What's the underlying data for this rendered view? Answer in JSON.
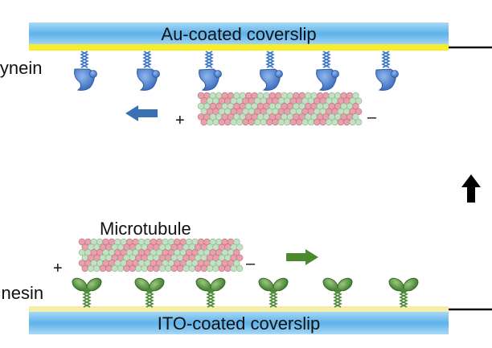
{
  "labels": {
    "top_coverslip": "Au-coated coverslip",
    "bottom_coverslip": "ITO-coated coverslip",
    "dynein": "Dynein",
    "kinesin": "Kinesin",
    "microtubule": "Microtubule",
    "top_plus": "+",
    "top_minus": "–",
    "bottom_plus": "+",
    "bottom_minus": "–"
  },
  "colors": {
    "coverslip_blue": "#7fc3ec",
    "gold_coating": "#f5ec2b",
    "ito_coating": "#f3eeaa",
    "dynein_blue": "#3f77c8",
    "kinesin_green": "#4f8a3a",
    "arrow_blue": "#3a6fb2",
    "arrow_green": "#4d8a2e",
    "tubulin_pink": "#e8a0ac",
    "tubulin_green": "#c2e0c2"
  },
  "icons": {
    "vertical_arrow": "up-arrow-icon",
    "dynein_motor": "dynein-motor-icon",
    "kinesin_motor": "kinesin-motor-icon"
  }
}
